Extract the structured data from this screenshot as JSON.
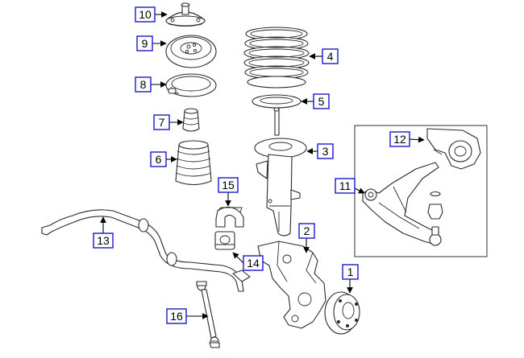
{
  "diagram": {
    "accent_color": "#1a1acc",
    "callouts": {
      "c1": "1",
      "c2": "2",
      "c3": "3",
      "c4": "4",
      "c5": "5",
      "c6": "6",
      "c7": "7",
      "c8": "8",
      "c9": "9",
      "c10": "10",
      "c11": "11",
      "c12": "12",
      "c13": "13",
      "c14": "14",
      "c15": "15",
      "c16": "16"
    }
  }
}
